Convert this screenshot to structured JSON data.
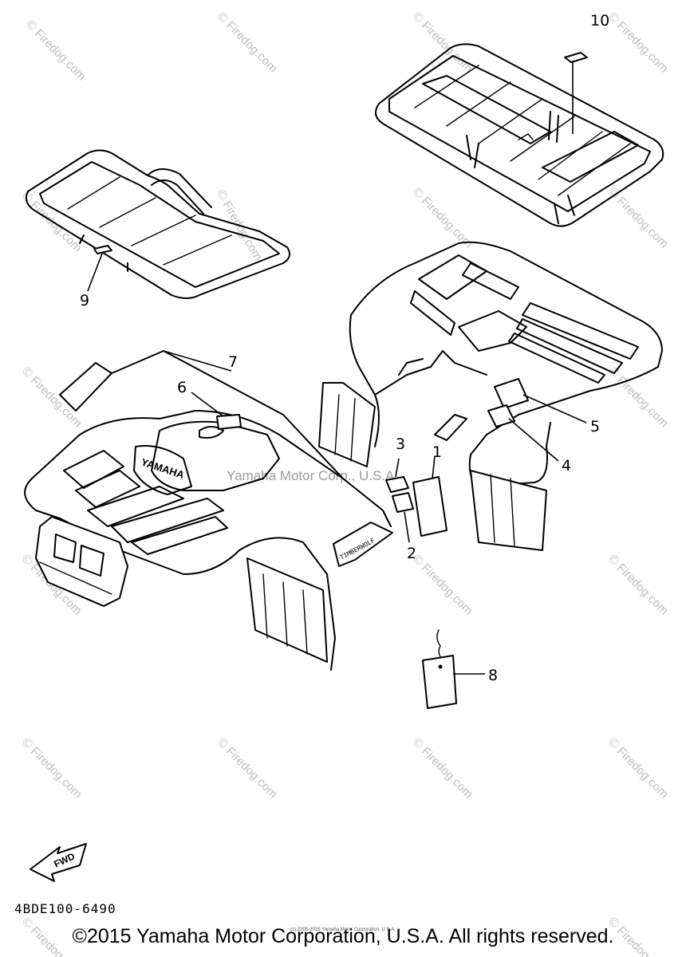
{
  "watermarks": {
    "site": "Firedog.com",
    "circle_symbol": "©",
    "center_text": "Yamaha Motor Corp., U.S.A."
  },
  "callouts": {
    "c1": "1",
    "c2": "2",
    "c3": "3",
    "c4": "4",
    "c5": "5",
    "c6": "6",
    "c7": "7",
    "c8": "8",
    "c9": "9",
    "c10": "10"
  },
  "labels": {
    "brand": "YAMAHA",
    "decal": "TIMBERWOLF",
    "fwd": "FWD"
  },
  "footer": {
    "part_code": "4BDE100-6490",
    "copyright": "©2015 Yamaha Motor Corporation, U.S.A. All rights reserved.",
    "tiny_copyright": "(c) 2005-2015 Yamaha Motor Corporation, U.S.A."
  }
}
